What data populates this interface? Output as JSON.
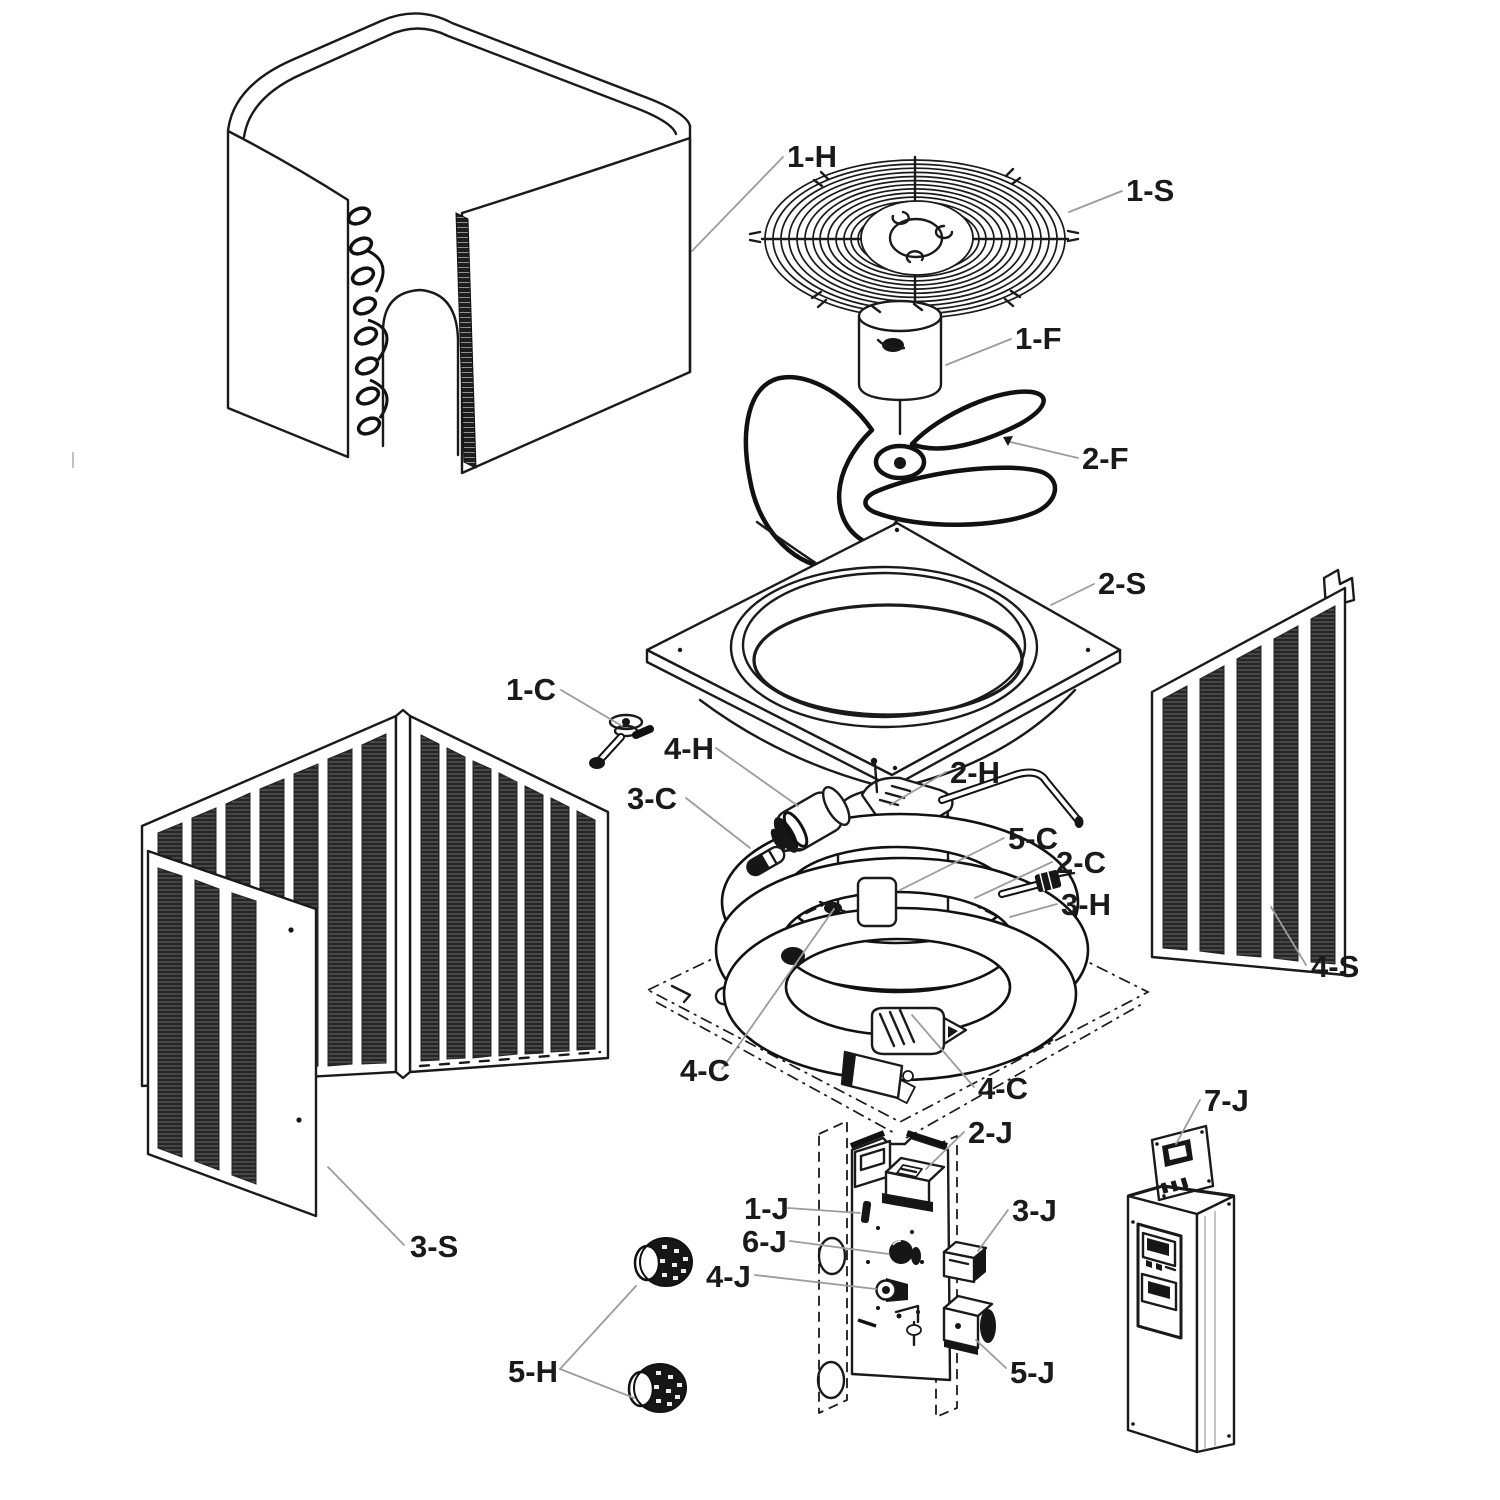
{
  "diagram": {
    "type": "exploded-parts-diagram",
    "background": "#ffffff",
    "line_color": "#1a1a1a",
    "dark_fill": "#161616",
    "leader_color": "#9c9c9c",
    "labels": [
      {
        "id": "label-1-h",
        "text": "1-H"
      },
      {
        "id": "label-1-s",
        "text": "1-S"
      },
      {
        "id": "label-1-f",
        "text": "1-F"
      },
      {
        "id": "label-2-f",
        "text": "2-F"
      },
      {
        "id": "label-2-s",
        "text": "2-S"
      },
      {
        "id": "label-1-c",
        "text": "1-C"
      },
      {
        "id": "label-4-h",
        "text": "4-H"
      },
      {
        "id": "label-3-c",
        "text": "3-C"
      },
      {
        "id": "label-2-h",
        "text": "2-H"
      },
      {
        "id": "label-5-c",
        "text": "5-C"
      },
      {
        "id": "label-2-c",
        "text": "2-C"
      },
      {
        "id": "label-3-h",
        "text": "3-H"
      },
      {
        "id": "label-4-s",
        "text": "4-S"
      },
      {
        "id": "label-4-c-left",
        "text": "4-C"
      },
      {
        "id": "label-4-c-right",
        "text": "4-C"
      },
      {
        "id": "label-3-s",
        "text": "3-S"
      },
      {
        "id": "label-2-j",
        "text": "2-J"
      },
      {
        "id": "label-1-j",
        "text": "1-J"
      },
      {
        "id": "label-6-j",
        "text": "6-J"
      },
      {
        "id": "label-4-j",
        "text": "4-J"
      },
      {
        "id": "label-3-j",
        "text": "3-J"
      },
      {
        "id": "label-5-j",
        "text": "5-J"
      },
      {
        "id": "label-5-h",
        "text": "5-H"
      },
      {
        "id": "label-7-j",
        "text": "7-J"
      }
    ]
  }
}
